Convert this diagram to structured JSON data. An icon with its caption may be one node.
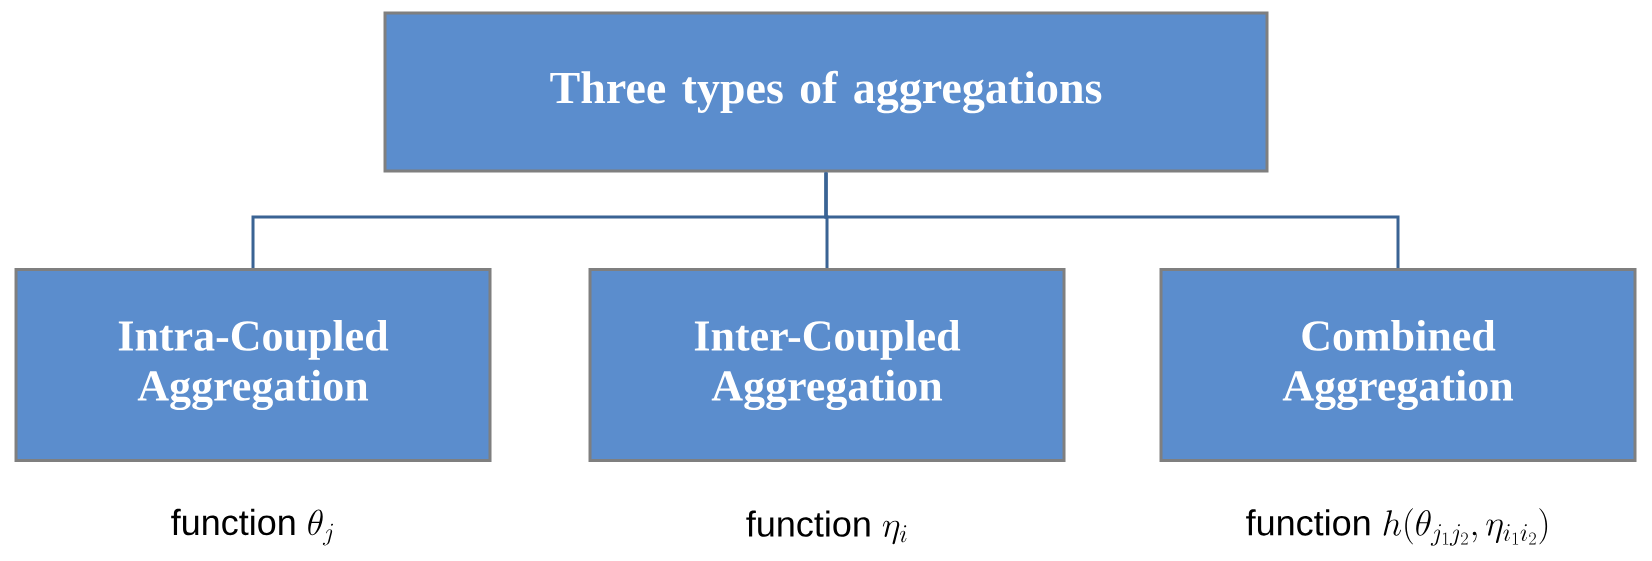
{
  "diagram": {
    "nodes": [
      {
        "text": [
          "Three types of aggregations"
        ]
      },
      {
        "text": [
          "Intra-Coupled Aggregation"
        ],
        "beside": [
          "function",
          "\\theta_j"
        ]
      },
      {
        "text": [
          "Inter-Coupled Aggregation"
        ],
        "beside": [
          "function",
          "\\eta_i"
        ]
      },
      {
        "text": [
          "Combined Aggregation"
        ],
        "beside": [
          "function",
          "h(\\theta_{j_1 j_2},\\eta_{i_1 i_2})"
        ]
      }
    ],
    "edges": [
      {
        "from": 0,
        "to": 1,
        "arrow": "none"
      },
      {
        "from": 0,
        "to": 2,
        "arrow": "none"
      },
      {
        "from": 0,
        "to": 3,
        "arrow": "none"
      }
    ]
  }
}
